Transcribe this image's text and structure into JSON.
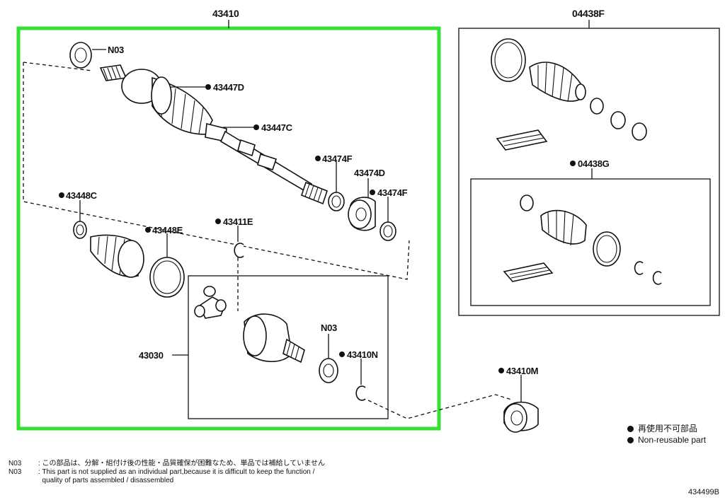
{
  "colors": {
    "highlight": "#33e033",
    "line": "#111111"
  },
  "labels": {
    "main_assembly": "43410",
    "kit_f": "04438F",
    "kit_g": "04438G",
    "n03_top": "N03",
    "p43447d": "43447D",
    "p43447c": "43447C",
    "p43474f_a": "43474F",
    "p43474d": "43474D",
    "p43474f_b": "43474F",
    "p43448c": "43448C",
    "p43448e": "43448E",
    "p43411e": "43411E",
    "p43030": "43030",
    "n03_inner": "N03",
    "p43410n": "43410N",
    "p43410m": "43410M"
  },
  "legend": {
    "jp": "再使用不可部品",
    "en": "Non-reusable part"
  },
  "notes": [
    {
      "code": "N03",
      "text": ": この部品は、分解・組付け後の性能・品質確保が困難なため、単品では補給していません"
    },
    {
      "code": "N03",
      "text": ": This part is not supplied as an individual part,because it is difficult to keep the function /"
    },
    {
      "code": "",
      "text": "  quality of parts assembled / disassembled"
    }
  ],
  "doc_id": "434499B"
}
